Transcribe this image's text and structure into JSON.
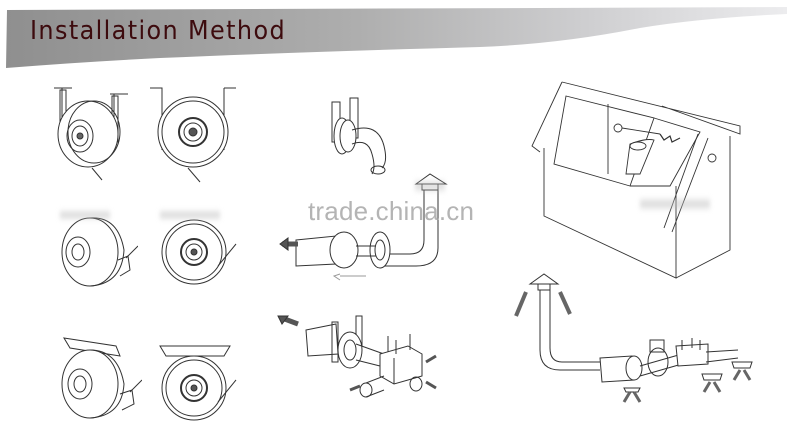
{
  "header": {
    "title": "Installation Method",
    "title_color": "#3d0b0e",
    "banner_gradient": [
      "#8e8e8e",
      "#f0f0f2"
    ]
  },
  "watermark": {
    "text": "trade.china.cn"
  },
  "figures": [
    {
      "id": "fan-wall-bracket-side",
      "description": "Inline duct fan with two vertical mounting brackets, perspective view"
    },
    {
      "id": "fan-wall-bracket-front",
      "description": "Inline duct fan with two vertical mounting brackets, front view"
    },
    {
      "id": "fan-floor-side",
      "description": "Inline duct fan resting, perspective view with terminal box"
    },
    {
      "id": "fan-floor-front",
      "description": "Inline duct fan resting, front view"
    },
    {
      "id": "fan-ceiling-side",
      "description": "Inline duct fan with ceiling plate bracket, perspective view"
    },
    {
      "id": "fan-ceiling-front",
      "description": "Inline duct fan with ceiling plate bracket, front view"
    },
    {
      "id": "fan-with-bent-duct",
      "description": "Bracket-mounted fan with curved duct outlet"
    },
    {
      "id": "duct-system-roof-cap",
      "description": "Fan with silencer, elbow and roof cap, airflow arrows"
    },
    {
      "id": "duct-system-multi-inlet",
      "description": "Fan connected to multi-way junction box with inlet arrows"
    },
    {
      "id": "house-cutaway",
      "description": "House cutaway showing fan installed in attic"
    },
    {
      "id": "attic-duct-system",
      "description": "Attic duct system with roof cap, fan, silencer and multiple ceiling vents"
    }
  ]
}
